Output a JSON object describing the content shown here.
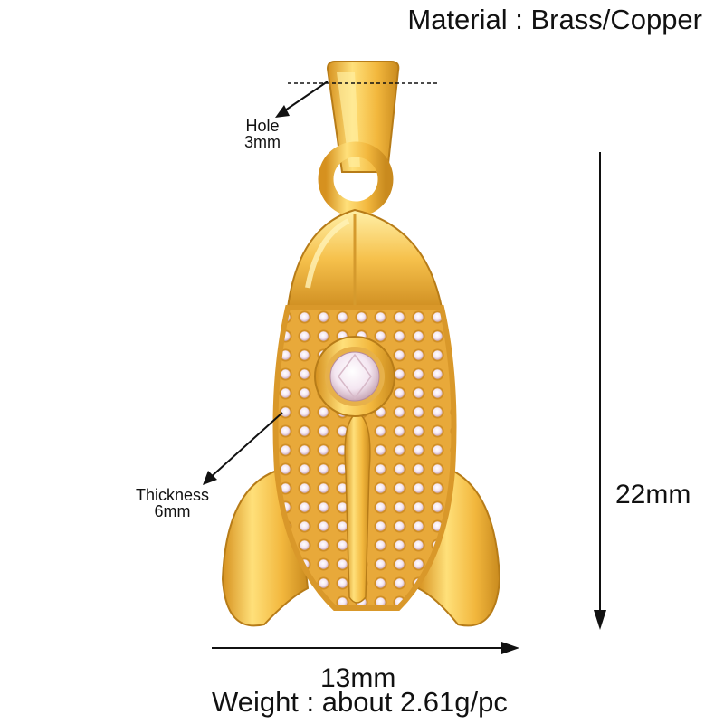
{
  "labels": {
    "material": "Material : Brass/Copper",
    "hole_title": "Hole",
    "hole_value": "3mm",
    "thickness_title": "Thickness",
    "thickness_value": "6mm",
    "height": "22mm",
    "width": "13mm",
    "weight": "Weight : about 2.61g/pc"
  },
  "colors": {
    "gold_light": "#ffe07a",
    "gold_mid": "#f2b73d",
    "gold_dark": "#c98a1e",
    "stone": "#f4e6f1"
  }
}
